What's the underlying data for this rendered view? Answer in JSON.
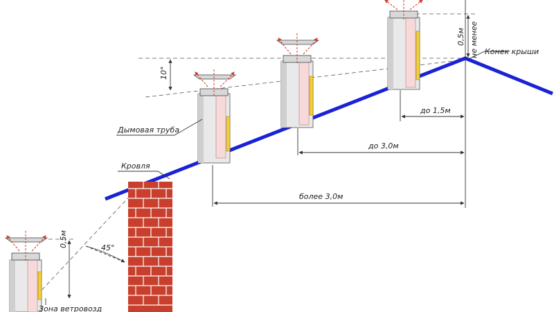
{
  "labels": {
    "ridge": "Конек крыши",
    "smoke_pipe": "Дымовая труба",
    "roof": "Кровля",
    "wind_zone": "Зона ветровозд",
    "not_less": "не менее",
    "half_m_top": "0,5м",
    "half_m_bottom": "0,5м",
    "up_to_1_5": "до 1,5м",
    "up_to_3_0": "до 3,0м",
    "more_3_0": "более 3,0м",
    "angle_10": "10°",
    "angle_45": "45°"
  },
  "colors": {
    "roof": "#1a22d6",
    "brick": "#c8402d",
    "pipe_liner": "#f7d9d9",
    "brace": "#f2cf3a",
    "flow_arrows": "#d63a2a"
  }
}
